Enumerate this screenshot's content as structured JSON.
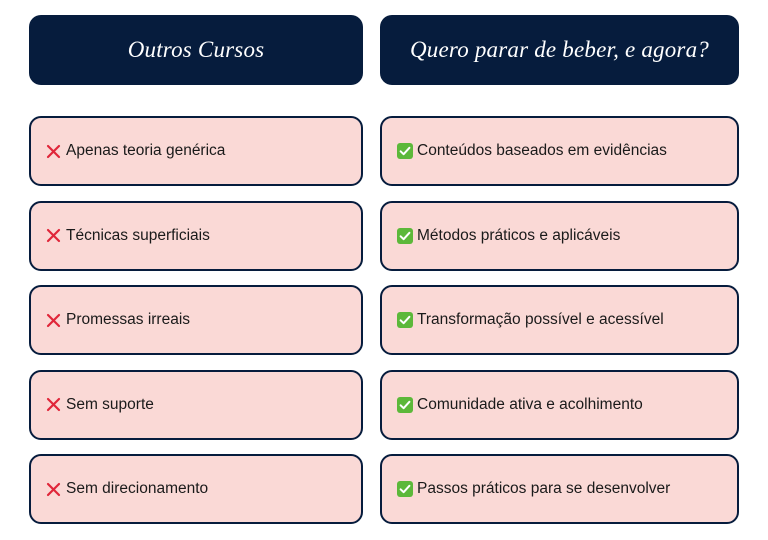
{
  "left": {
    "title": "Outros Cursos",
    "icon": "cross-icon",
    "icon_color": "#e0263a",
    "items": [
      {
        "label": "Apenas teoria genérica"
      },
      {
        "label": "Técnicas superficiais"
      },
      {
        "label": "Promessas irreais"
      },
      {
        "label": "Sem suporte"
      },
      {
        "label": "Sem direcionamento"
      }
    ]
  },
  "right": {
    "title": "Quero parar de beber, e agora?",
    "icon": "check-box-icon",
    "icon_color": "#5cb83a",
    "items": [
      {
        "label": "Conteúdos baseados em evidências"
      },
      {
        "label": "Métodos práticos e aplicáveis"
      },
      {
        "label": "Transformação possível e acessível"
      },
      {
        "label": "Comunidade ativa e acolhimento"
      },
      {
        "label": "Passos práticos para se desenvolver"
      }
    ]
  },
  "colors": {
    "header_bg": "#061c3d",
    "card_bg": "#fad9d6",
    "card_border": "#061c3d"
  }
}
